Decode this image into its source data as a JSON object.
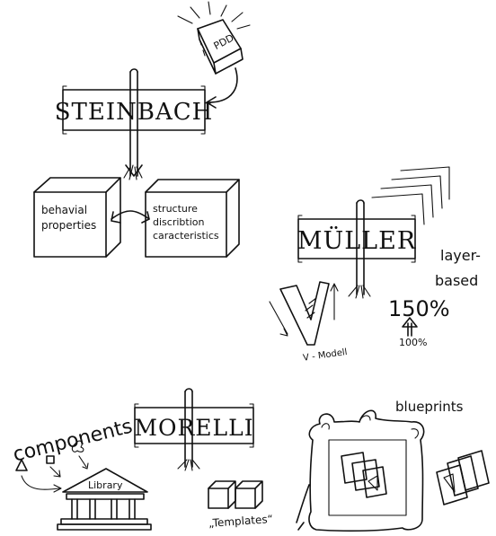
{
  "steinbach": {
    "sign_label": "STEINBACH",
    "book_label": "PDD",
    "cube_left": [
      "behavial",
      "properties"
    ],
    "cube_right": [
      "structure",
      "discribtion",
      "caracteristics"
    ]
  },
  "mueller": {
    "sign_label": "MÜLLER",
    "note": [
      "layer-",
      "based"
    ],
    "v_label": "V - Modell",
    "percent_big": "150%",
    "percent_small": "100%"
  },
  "morelli": {
    "sign_label": "MORELLI",
    "components_label": "components",
    "library_label": "Library",
    "templates_label": "„Templates“"
  },
  "blueprints": {
    "label": "blueprints"
  }
}
